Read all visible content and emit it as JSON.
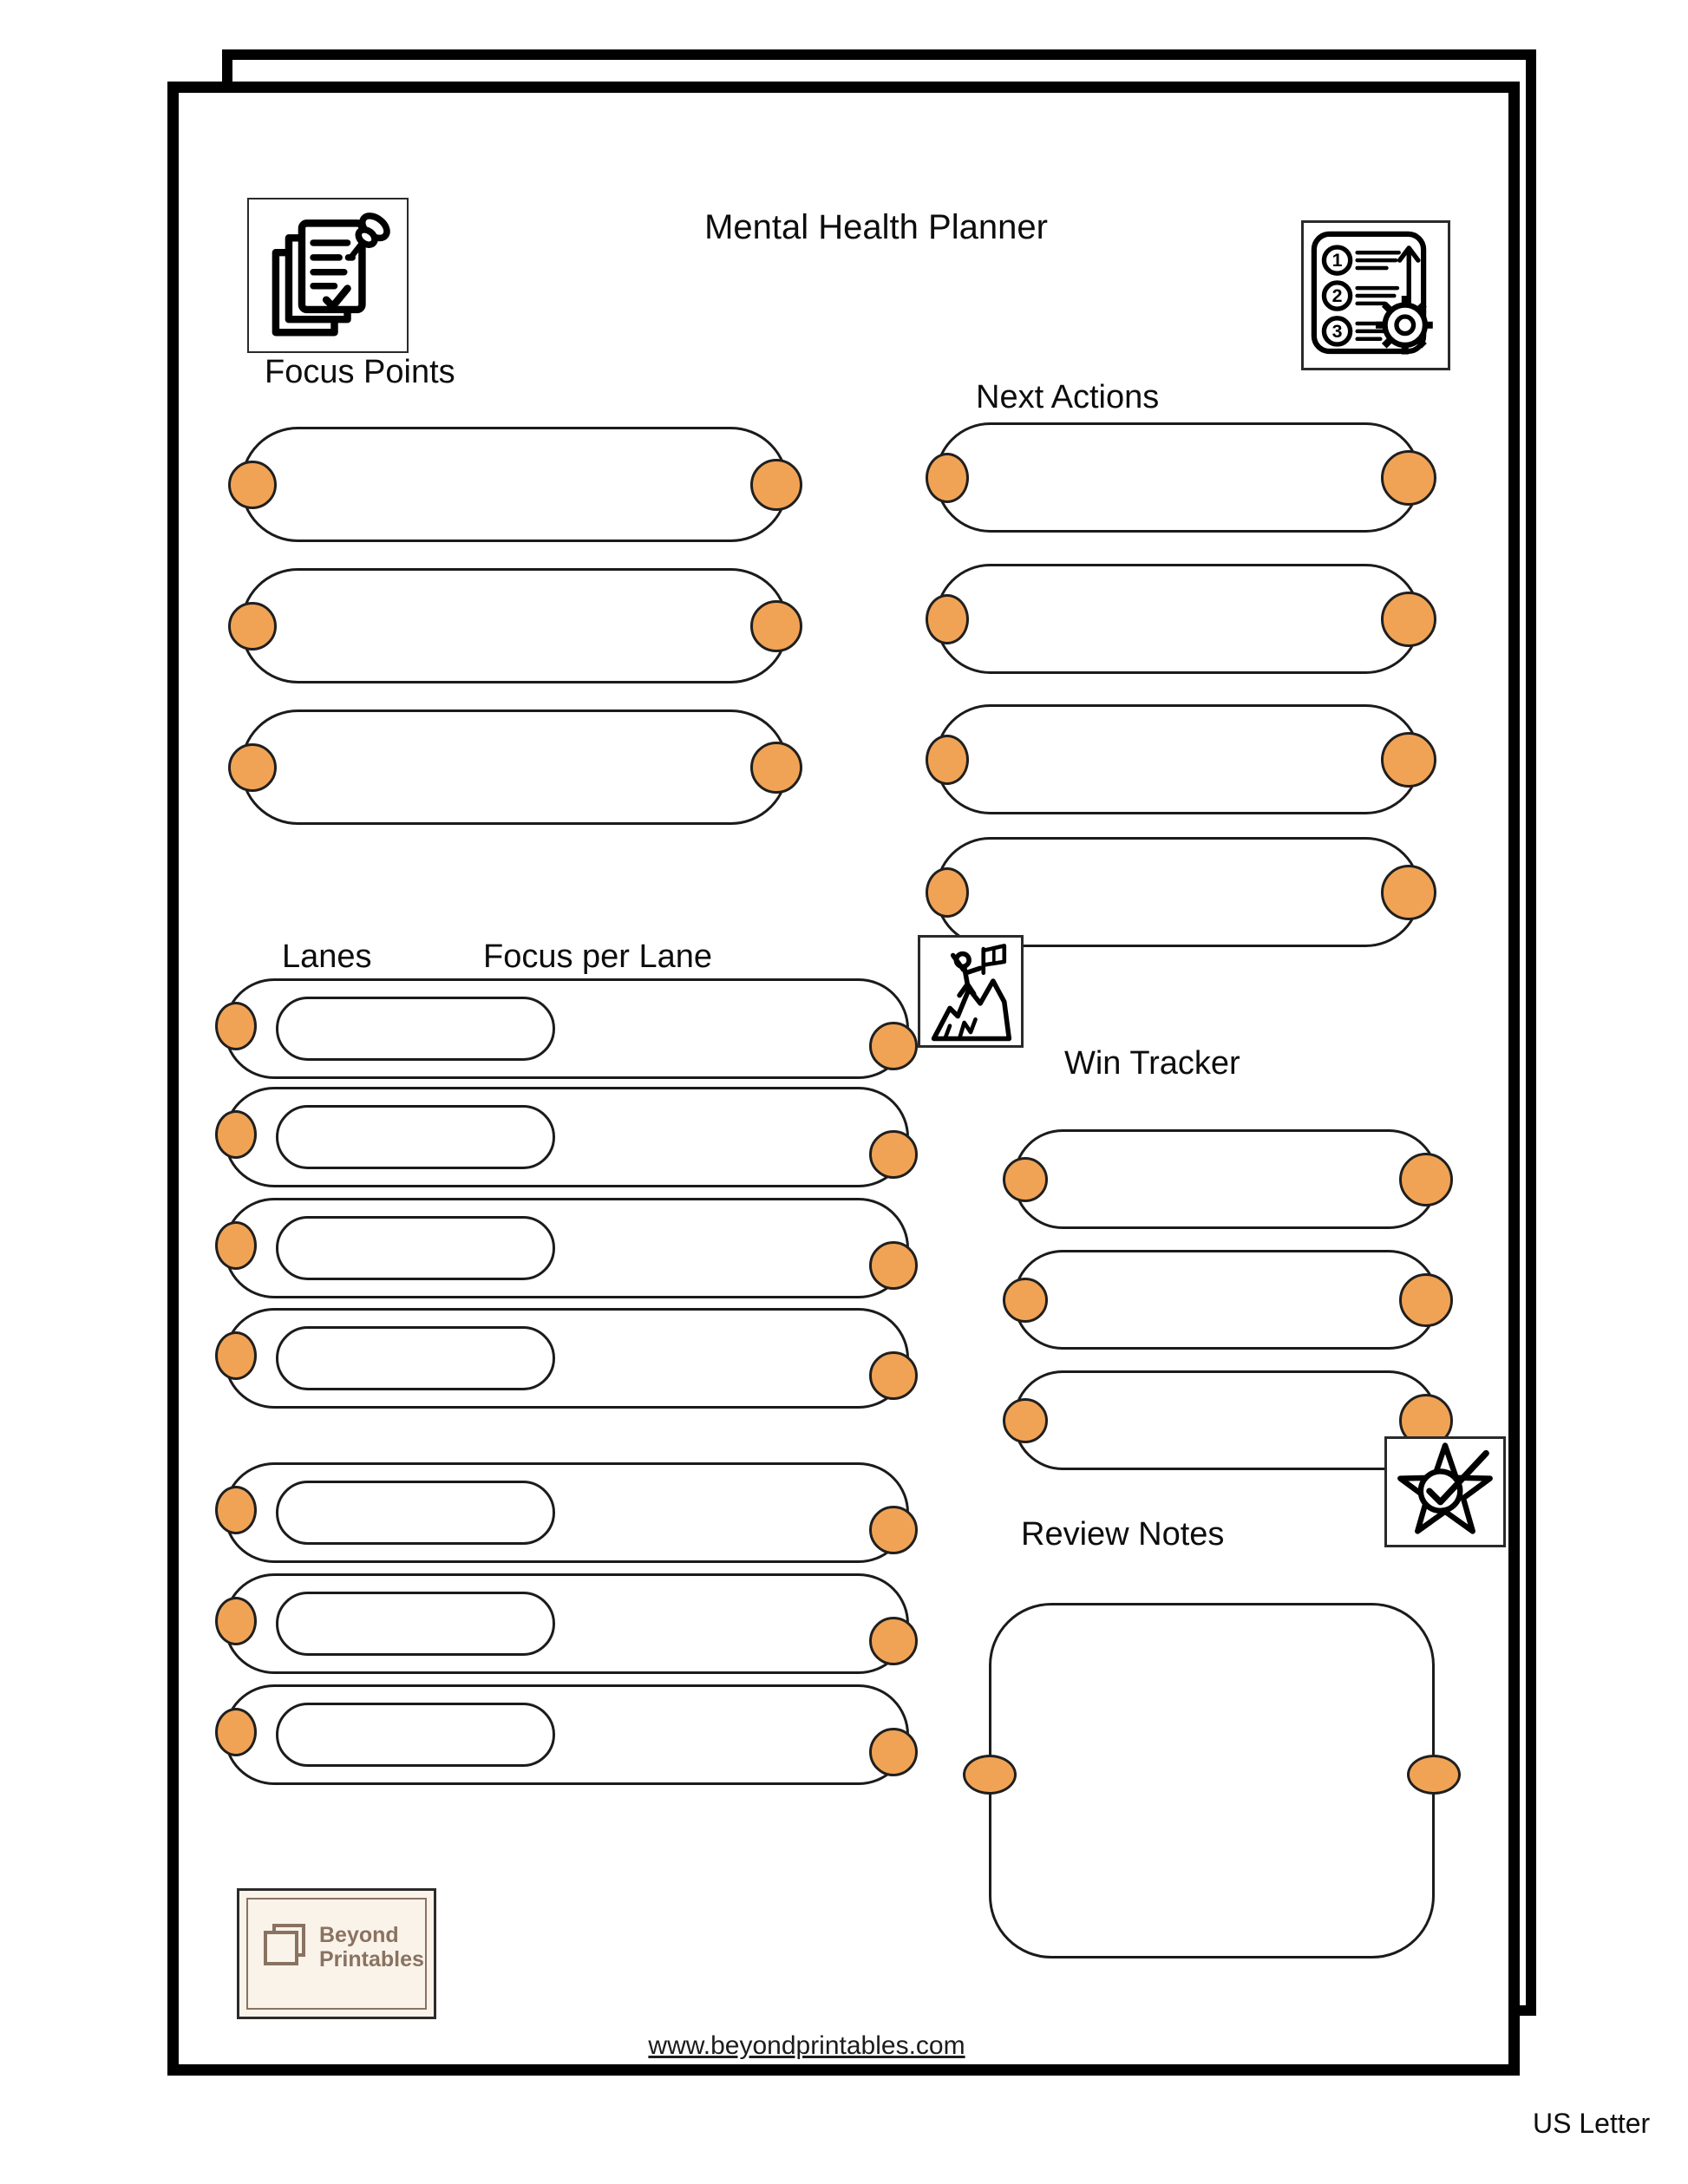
{
  "page": {
    "title": "Mental Health Planner",
    "footer_url": "www.beyondprintables.com",
    "size_label": "US Letter"
  },
  "sections": {
    "focus_points": {
      "label": "Focus Points",
      "rows": 3
    },
    "next_actions": {
      "label": "Next Actions",
      "rows": 4
    },
    "lanes": {
      "label": "Lanes",
      "focus_label": "Focus per Lane",
      "rows": 7
    },
    "win_tracker": {
      "label": "Win Tracker",
      "rows": 3
    },
    "review_notes": {
      "label": "Review Notes"
    }
  },
  "logo": {
    "line1": "Beyond",
    "line2": "Printables"
  },
  "icons": {
    "top_left": "documents-pushpin-icon",
    "top_right": "numbered-list-gear-icon",
    "lanes": "mountain-climb-flag-icon",
    "review": "star-check-icon",
    "logo": "stacked-squares-icon"
  },
  "colors": {
    "accent_orange": "#F1A355",
    "outline": "#1B1B1B",
    "page_border": "#000000",
    "logo_brown": "#8A7261",
    "logo_background": "#FAF3EA"
  }
}
